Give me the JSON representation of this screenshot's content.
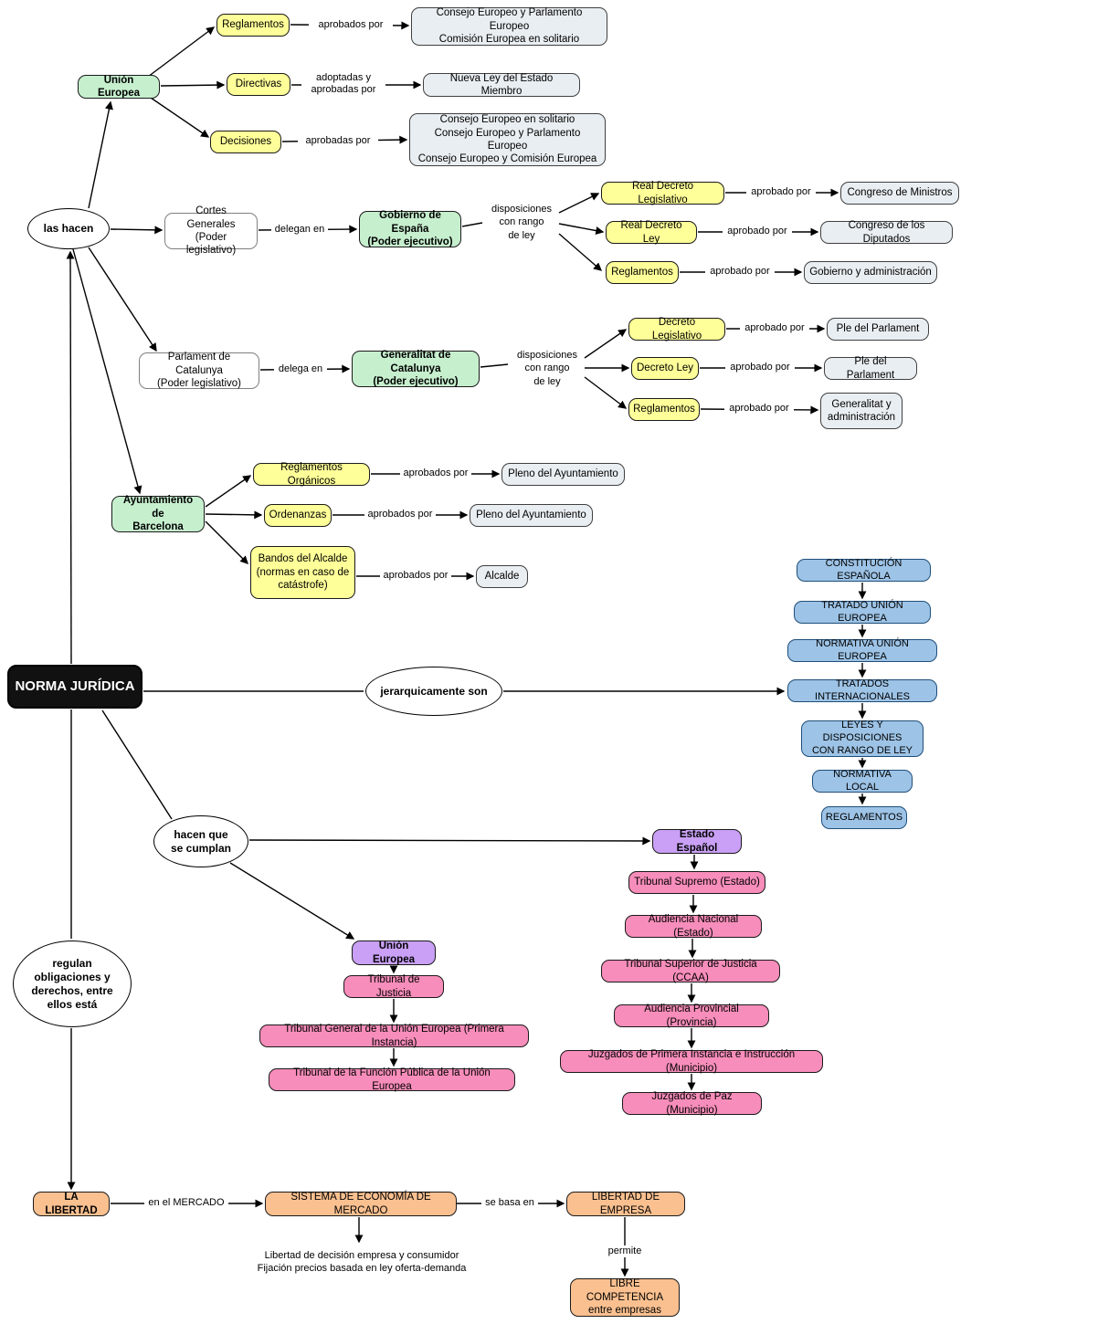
{
  "root": {
    "label": "NORMA JURÍDICA"
  },
  "connectors": {
    "las_hacen": "las hacen",
    "jerarquicamente_son": "jerarquicamente son",
    "hacen_que_se_cumplan": "hacen que\nse cumplan",
    "regulan": "regulan\nobligaciones y\nderechos, entre\nellos está"
  },
  "eu_legislation": {
    "source": "Unión Europea",
    "rows": [
      {
        "norm": "Reglamentos",
        "edge": "aprobados por",
        "approver": "Consejo Europeo y Parlamento Europeo\nComisión Europea en solitario"
      },
      {
        "norm": "Directivas",
        "edge": "adoptadas y\naprobadas por",
        "approver": "Nueva Ley del Estado Miembro"
      },
      {
        "norm": "Decisiones",
        "edge": "aprobadas por",
        "approver": "Consejo Europeo en solitario\nConsejo Europeo y Parlamento Europeo\nConsejo Europeo y Comisión Europea"
      }
    ]
  },
  "spain_legislation": {
    "legislative": "Cortes Generales\n(Poder legislativo)",
    "edge": "delegan en",
    "executive": "Gobierno de España\n(Poder ejecutivo)",
    "note": "disposiciones\ncon rango\nde ley",
    "rows": [
      {
        "norm": "Real Decreto Legislativo",
        "edge": "aprobado por",
        "approver": "Congreso de Ministros"
      },
      {
        "norm": "Real Decreto Ley",
        "edge": "aprobado por",
        "approver": "Congreso de los Diputados"
      },
      {
        "norm": "Reglamentos",
        "edge": "aprobado por",
        "approver": "Gobierno y administración"
      }
    ]
  },
  "catalonia_legislation": {
    "legislative": "Parlament de Catalunya\n(Poder legislativo)",
    "edge": "delega en",
    "executive": "Generalitat de Catalunya\n(Poder ejecutivo)",
    "note": "disposiciones\ncon rango\nde ley",
    "rows": [
      {
        "norm": "Decreto Legislativo",
        "edge": "aprobado por",
        "approver": "Ple del Parlament"
      },
      {
        "norm": "Decreto Ley",
        "edge": "aprobado por",
        "approver": "Ple del Parlament"
      },
      {
        "norm": "Reglamentos",
        "edge": "aprobado por",
        "approver": "Generalitat y\nadministración"
      }
    ]
  },
  "barcelona_legislation": {
    "source": "Ayuntamiento de\nBarcelona",
    "rows": [
      {
        "norm": "Reglamentos Orgánicos",
        "edge": "aprobados por",
        "approver": "Pleno del Ayuntamiento"
      },
      {
        "norm": "Ordenanzas",
        "edge": "aprobados por",
        "approver": "Pleno del Ayuntamiento"
      },
      {
        "norm": "Bandos del Alcalde\n(normas en caso de\ncatástrofe)",
        "edge": "aprobados por",
        "approver": "Alcalde"
      }
    ]
  },
  "hierarchy": {
    "items": [
      "CONSTITUCIÓN ESPAÑOLA",
      "TRATADO UNIÓN EUROPEA",
      "NORMATIVA UNIÓN EUROPEA",
      "TRATADOS INTERNACIONALES",
      "LEYES Y DISPOSICIONES\nCON RANGO DE LEY",
      "NORMATIVA LOCAL",
      "REGLAMENTOS"
    ]
  },
  "courts": {
    "spain": {
      "header": "Estado Español",
      "items": [
        "Tribunal Supremo (Estado)",
        "Audiencia Nacional (Estado)",
        "Tribunal Superior de Justicia (CCAA)",
        "Audiencia Provincial (Provincia)",
        "Juzgados de Primera Instancia e Instrucción (Municipio)",
        "Juzgados de Paz (Municipio)"
      ]
    },
    "eu": {
      "header": "Unión Europea",
      "items": [
        "Tribunal de Justicia",
        "Tribunal General de la Unión Europea (Primera Instancia)",
        "Tribunal de la Función Pública de la Unión Europea"
      ]
    }
  },
  "liberty": {
    "la_libertad": "LA LIBERTAD",
    "edge_mercado": "en el MERCADO",
    "sistema": "SISTEMA DE ECONOMÍA DE MERCADO",
    "edge_se_basa": "se basa en",
    "libertad_empresa": "LIBERTAD DE EMPRESA",
    "note": "Libertad de decisión empresa y consumidor\nFijación precios basada en ley oferta-demanda",
    "edge_permite": "permite",
    "libre_competencia": "LIBRE COMPETENCIA\nentre empresas"
  },
  "colors": {
    "green": "#c6efce",
    "yellow": "#ffff99",
    "gray": "#e9eef2",
    "blue": "#9dc3e6",
    "purple": "#c9a0f5",
    "pink": "#f78dba",
    "orange": "#fac090",
    "black": "#111111"
  }
}
